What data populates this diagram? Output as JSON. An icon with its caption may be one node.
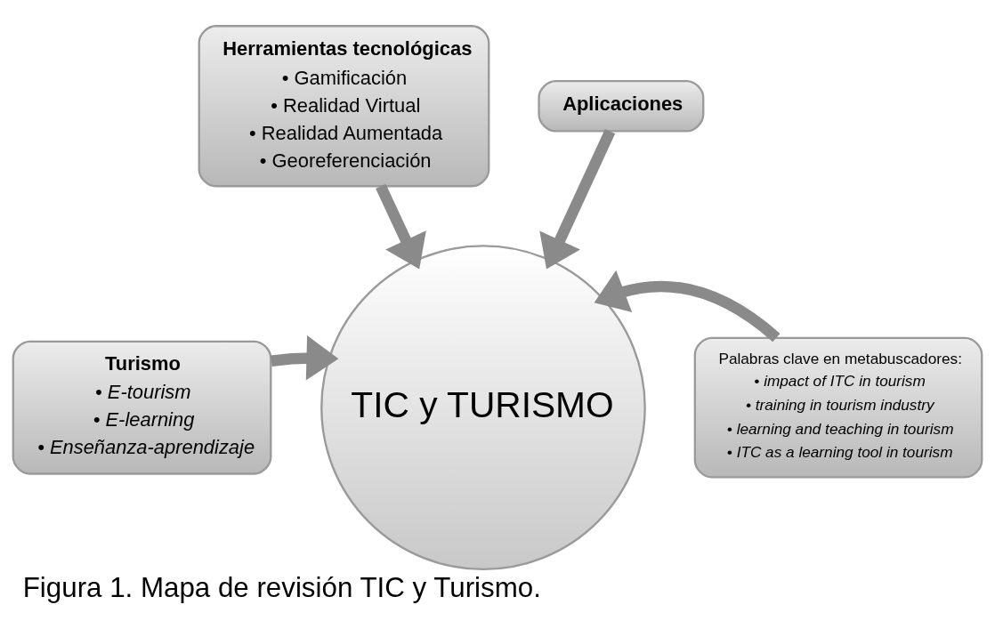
{
  "diagram": {
    "caption": "Figura 1. Mapa de revisión TIC y Turismo.",
    "nodes": [
      {
        "text": [
          "Turismo",
          "• E-tourism",
          "• E-learning",
          "• Enseñanza-aprendizaje"
        ]
      },
      {
        "text": [
          "Herramientas tecnológicas",
          "• Gamificación",
          "• Realidad Virtual",
          "• Realidad Aumentada",
          "• Georeferenciación"
        ]
      },
      {
        "text": [
          "Aplicaciones"
        ]
      },
      {
        "text": [
          "Palabras clave en metabuscadores:",
          "• impact of ITC in tourism",
          "• training in tourism industry",
          "• learning and teaching in tourism",
          "• ITC as a learning tool in tourism"
        ]
      },
      {
        "text": [
          "TIC y TURISMO"
        ]
      }
    ],
    "edges": [
      {
        "from": 1,
        "to": 4,
        "arrow": "to"
      },
      {
        "from": 2,
        "to": 4,
        "arrow": "to"
      },
      {
        "from": 0,
        "to": 4,
        "arrow": "to"
      },
      {
        "from": 3,
        "to": 4,
        "arrow": "to"
      }
    ]
  }
}
